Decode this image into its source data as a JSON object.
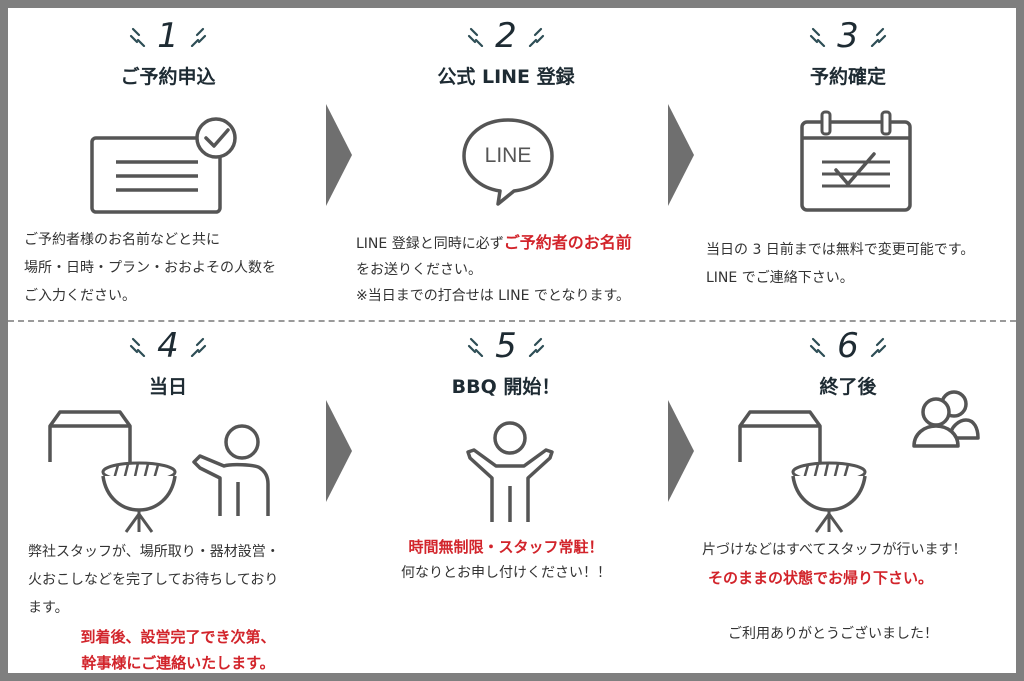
{
  "steps": [
    {
      "num": "1",
      "title": "ご予約申込",
      "lines": [
        "ご予約者様のお名前などと共に",
        "場所・日時・プラン・おおよその人数を",
        "ご入力ください。"
      ]
    },
    {
      "num": "2",
      "title": "公式 LINE 登録",
      "icon_text": "LINE",
      "line1_pre": "LINE 登録と同時に必ず",
      "line1_red": "ご予約者のお名前",
      "line2": "をお送りください。",
      "line3": "※当日までの打合せは LINE でとなります。"
    },
    {
      "num": "3",
      "title": "予約確定",
      "lines": [
        "当日の 3 日前までは無料で変更可能です。",
        "LINE でご連絡下さい。"
      ]
    },
    {
      "num": "4",
      "title": "当日",
      "lines": [
        "弊社スタッフが、場所取り・器材設営・",
        "火おこしなどを完了してお待ちしており",
        "ます。"
      ],
      "red_lines": [
        "到着後、設営完了でき次第、",
        "幹事様にご連絡いたします。"
      ]
    },
    {
      "num": "5",
      "title": "BBQ 開始！",
      "red_line": "時間無制限・スタッフ常駐！",
      "line": "何なりとお申し付けください！！"
    },
    {
      "num": "6",
      "title": "終了後",
      "line1": "片づけなどはすべてスタッフが行います！",
      "red_line": "そのままの状態でお帰り下さい。",
      "line3": "ご利用ありがとうございました！"
    }
  ],
  "colors": {
    "accent_red": "#d2242b",
    "heading": "#1e2b33",
    "icon_gray": "#555555",
    "arrow_gray": "#6f6f6f"
  }
}
